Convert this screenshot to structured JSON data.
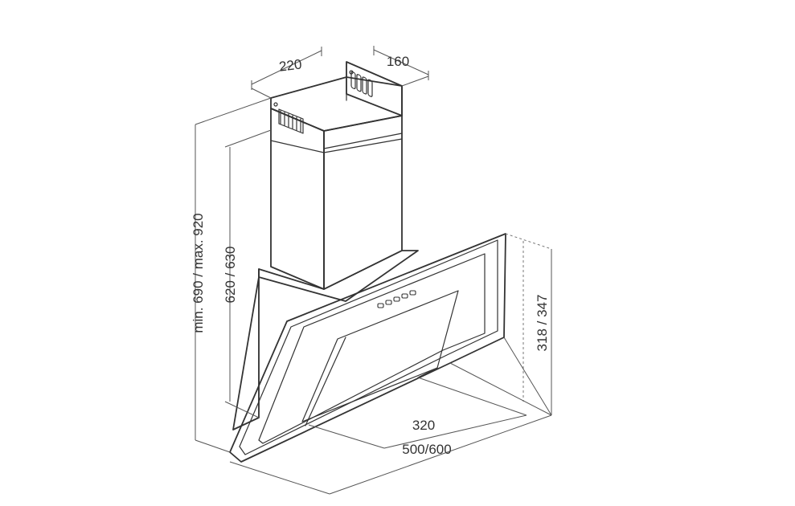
{
  "dimensions": {
    "chimney_width": "220",
    "chimney_depth": "160",
    "total_height": "min. 690 / max. 920",
    "chimney_height": "620 / 630",
    "hood_height": "318 / 347",
    "inner_width": "320",
    "hood_width": "500/600"
  },
  "colors": {
    "line": "#333333",
    "background": "#ffffff"
  }
}
